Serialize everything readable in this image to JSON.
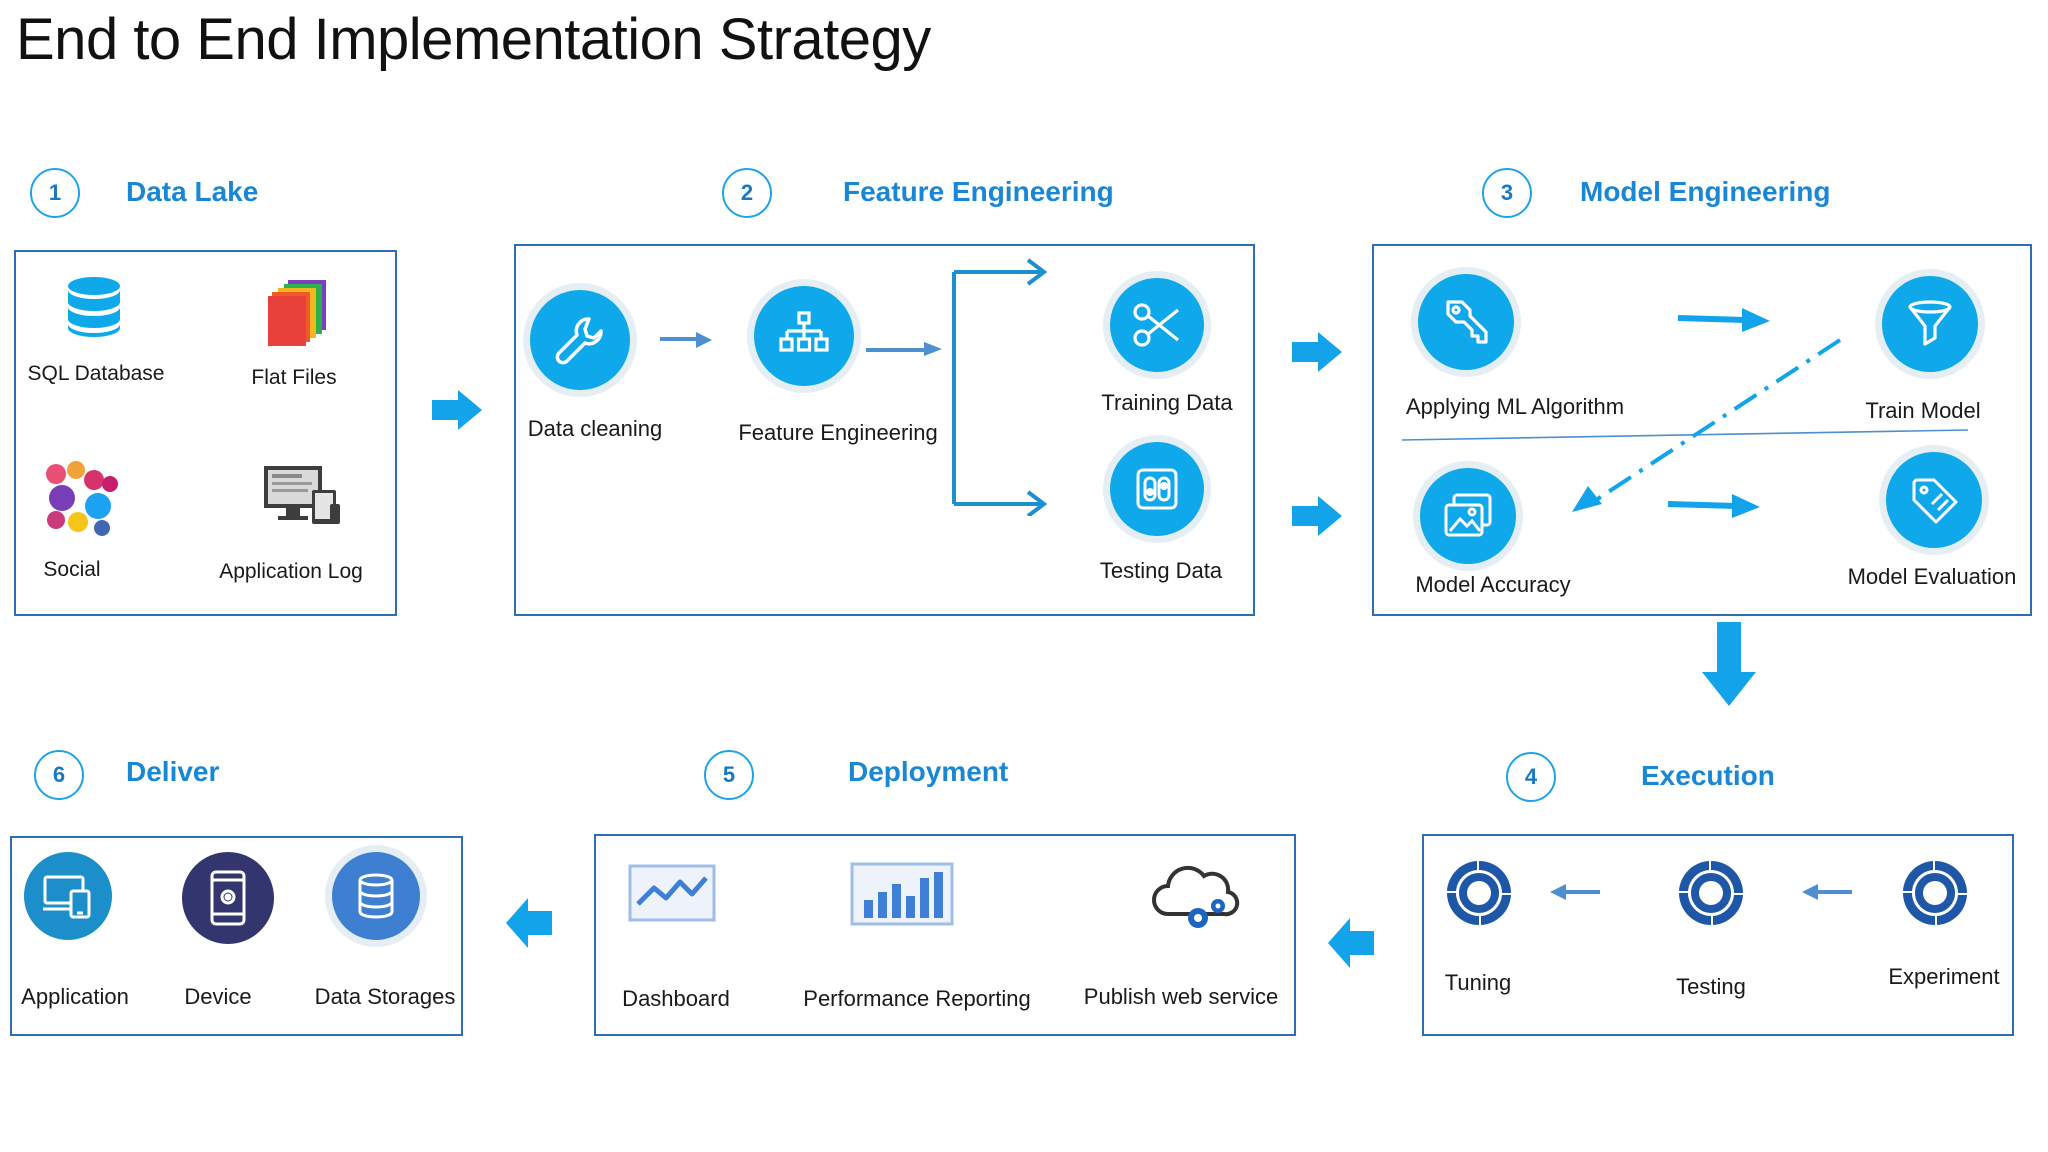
{
  "title": "End to End Implementation Strategy",
  "colors": {
    "accent": "#0fa8ea",
    "heading": "#1a87d6",
    "border": "#2f6db5",
    "arrow": "#12a3ea"
  },
  "steps": {
    "s1": {
      "num": "1",
      "title": "Data Lake",
      "items": [
        {
          "label": "SQL Database",
          "icon": "database-icon"
        },
        {
          "label": "Flat Files",
          "icon": "files-icon"
        },
        {
          "label": "Social",
          "icon": "social-icon"
        },
        {
          "label": "Application Log",
          "icon": "application-log-icon"
        }
      ]
    },
    "s2": {
      "num": "2",
      "title": "Feature Engineering",
      "items": [
        {
          "label": "Data cleaning",
          "icon": "wrench-icon"
        },
        {
          "label": "Feature Engineering",
          "icon": "hierarchy-icon"
        },
        {
          "label": "Training Data",
          "icon": "scissors-icon"
        },
        {
          "label": "Testing Data",
          "icon": "testing-data-icon"
        }
      ]
    },
    "s3": {
      "num": "3",
      "title": "Model Engineering",
      "items": [
        {
          "label": "Applying ML Algorithm",
          "icon": "key-icon"
        },
        {
          "label": "Train Model",
          "icon": "funnel-icon"
        },
        {
          "label": "Model Accuracy",
          "icon": "gallery-icon"
        },
        {
          "label": "Model Evaluation",
          "icon": "tag-icon"
        }
      ]
    },
    "s4": {
      "num": "4",
      "title": "Execution",
      "items": [
        {
          "label": "Tuning",
          "icon": "cycle-icon"
        },
        {
          "label": "Testing",
          "icon": "cycle-icon"
        },
        {
          "label": "Experiment",
          "icon": "cycle-icon"
        }
      ]
    },
    "s5": {
      "num": "5",
      "title": "Deployment",
      "items": [
        {
          "label": "Dashboard",
          "icon": "line-chart-icon"
        },
        {
          "label": "Performance Reporting",
          "icon": "bar-chart-icon"
        },
        {
          "label": "Publish web service",
          "icon": "cloud-gear-icon"
        }
      ]
    },
    "s6": {
      "num": "6",
      "title": "Deliver",
      "items": [
        {
          "label": "Application",
          "icon": "devices-icon"
        },
        {
          "label": "Device",
          "icon": "phone-gear-icon"
        },
        {
          "label": "Data Storages",
          "icon": "storage-icon"
        }
      ]
    }
  }
}
